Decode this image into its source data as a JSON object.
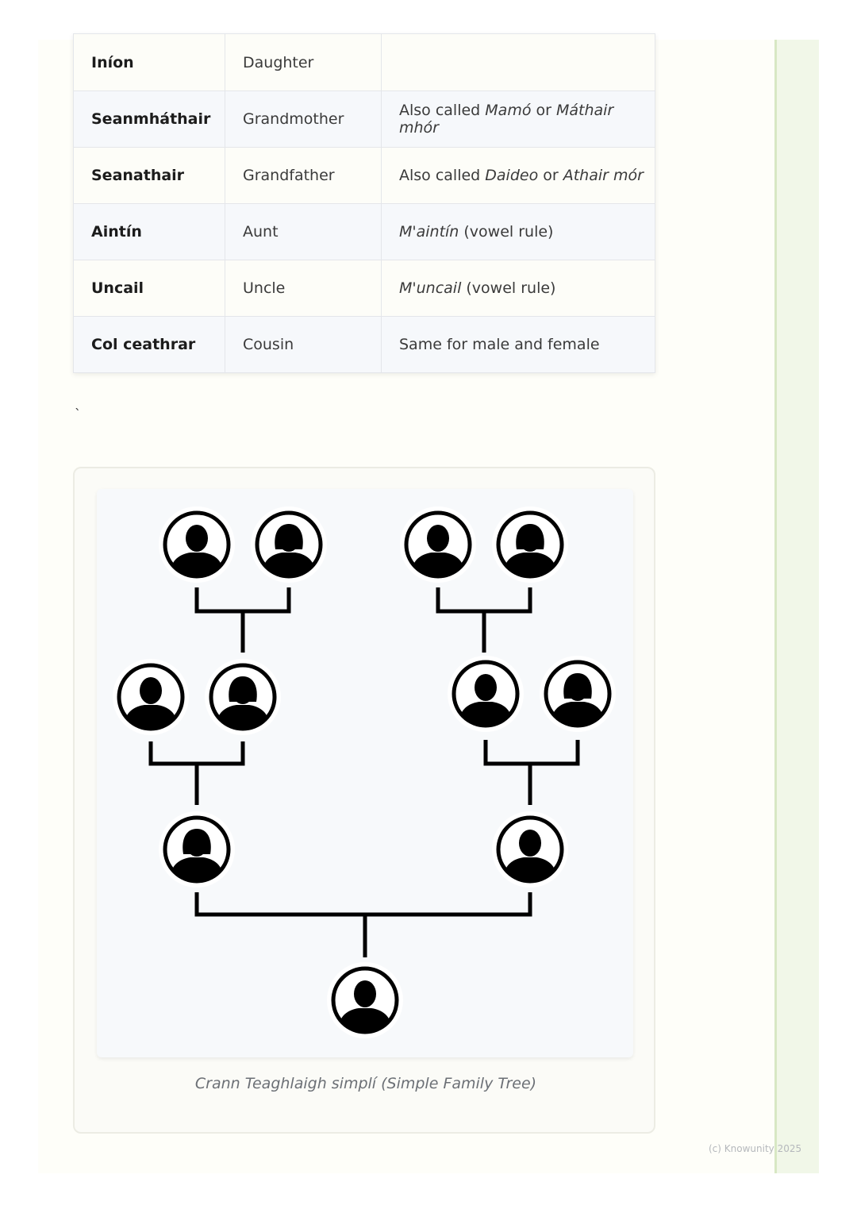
{
  "table": {
    "rows": [
      {
        "irish": "Iníon",
        "english": "Daughter",
        "notes": []
      },
      {
        "irish": "Seanmháthair",
        "english": "Grandmother",
        "notes": [
          {
            "text": "Also called ",
            "italic": false
          },
          {
            "text": "Mamó",
            "italic": true
          },
          {
            "text": " or ",
            "italic": false
          },
          {
            "text": "Máthair mhór",
            "italic": true
          }
        ]
      },
      {
        "irish": "Seanathair",
        "english": "Grandfather",
        "notes": [
          {
            "text": "Also called ",
            "italic": false
          },
          {
            "text": "Daideo",
            "italic": true
          },
          {
            "text": " or ",
            "italic": false
          },
          {
            "text": "Athair mór",
            "italic": true
          }
        ]
      },
      {
        "irish": "Aintín",
        "english": "Aunt",
        "notes": [
          {
            "text": "M'aintín",
            "italic": true
          },
          {
            "text": " (vowel rule)",
            "italic": false
          }
        ]
      },
      {
        "irish": "Uncail",
        "english": "Uncle",
        "notes": [
          {
            "text": "M'uncail",
            "italic": true
          },
          {
            "text": " (vowel rule)",
            "italic": false
          }
        ]
      },
      {
        "irish": "Col ceathrar",
        "english": "Cousin",
        "notes": [
          {
            "text": "Same for male and female",
            "italic": false
          }
        ]
      }
    ]
  },
  "stray_mark": "`",
  "figure": {
    "caption": "Crann Teaghlaigh simplí (Simple Family Tree)",
    "people": [
      {
        "id": "grandfather-left",
        "gender": "male"
      },
      {
        "id": "grandmother-left",
        "gender": "female"
      },
      {
        "id": "grandfather-right",
        "gender": "male"
      },
      {
        "id": "grandmother-right",
        "gender": "female"
      },
      {
        "id": "father-left",
        "gender": "male"
      },
      {
        "id": "mother-left",
        "gender": "female"
      },
      {
        "id": "father-right",
        "gender": "male"
      },
      {
        "id": "mother-right",
        "gender": "female"
      },
      {
        "id": "parent-left",
        "gender": "female"
      },
      {
        "id": "parent-right",
        "gender": "male"
      },
      {
        "id": "child",
        "gender": "male"
      }
    ]
  },
  "footer": {
    "copyright": "(c) Knowunity 2025"
  }
}
